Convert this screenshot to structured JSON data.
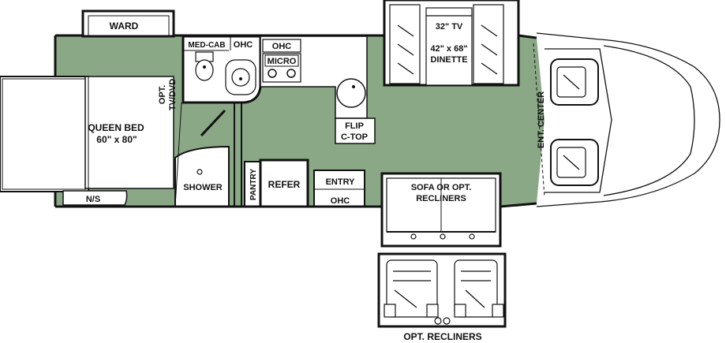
{
  "labels": {
    "ward": "WARD",
    "med_cab": "MED-CAB",
    "ohc_bath": "OHC",
    "ohc_micro": "OHC",
    "micro": "MICRO",
    "opt_tv_1": "OPT.",
    "opt_tv_2": "TV/DVD",
    "queen_bed_1": "QUEEN BED",
    "queen_bed_2": "60\" x 80\"",
    "ns": "N/S",
    "shower": "SHOWER",
    "pantry": "PANTRY",
    "refer": "REFER",
    "entry": "ENTRY",
    "ohc_entry": "OHC",
    "flip_1": "FLIP",
    "flip_2": "C-TOP",
    "tv": "32\" TV",
    "dinette_1": "42\" x 68\"",
    "dinette_2": "DINETTE",
    "sofa_1": "SOFA OR OPT.",
    "sofa_2": "RECLINERS",
    "ent_center": "ENT. CENTER",
    "opt_recliners": "OPT. RECLINERS"
  },
  "colors": {
    "floor": "#8aa886",
    "wall": "#111111",
    "fixture": "#ffffff"
  }
}
